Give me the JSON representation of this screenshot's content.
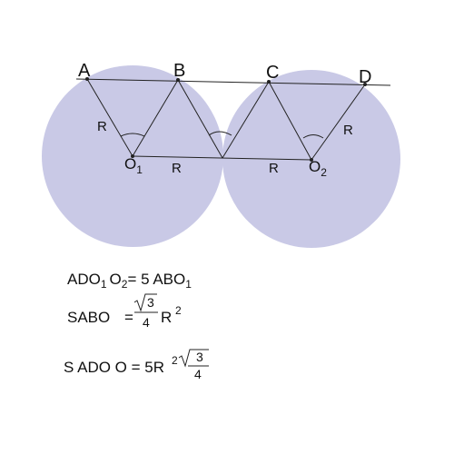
{
  "colors": {
    "circle_fill": "#c9c9e6",
    "stroke": "#222222",
    "background": "#ffffff"
  },
  "points": {
    "A": "A",
    "B": "B",
    "C": "C",
    "D": "D",
    "O1": "O",
    "O1_sub": "1",
    "O2": "O",
    "O2_sub": "2"
  },
  "segment_labels": {
    "AO1": "R",
    "O1_mid": "R",
    "O2_mid": "R",
    "DO2": "R"
  },
  "formulas": {
    "f1": {
      "a": "ADO",
      "a_sub": "1",
      "b": "O",
      "b_sub": "2",
      "rest": "= 5 ABO",
      "rest_sub": "1"
    },
    "f2": {
      "lhs": "SABO",
      "eq": "=",
      "num": "3",
      "den": "4",
      "var": "R",
      "exp": "2"
    },
    "f3": {
      "lhs": "S ADO  O = 5R",
      "exp": "2",
      "num": "3",
      "den": "4"
    }
  }
}
